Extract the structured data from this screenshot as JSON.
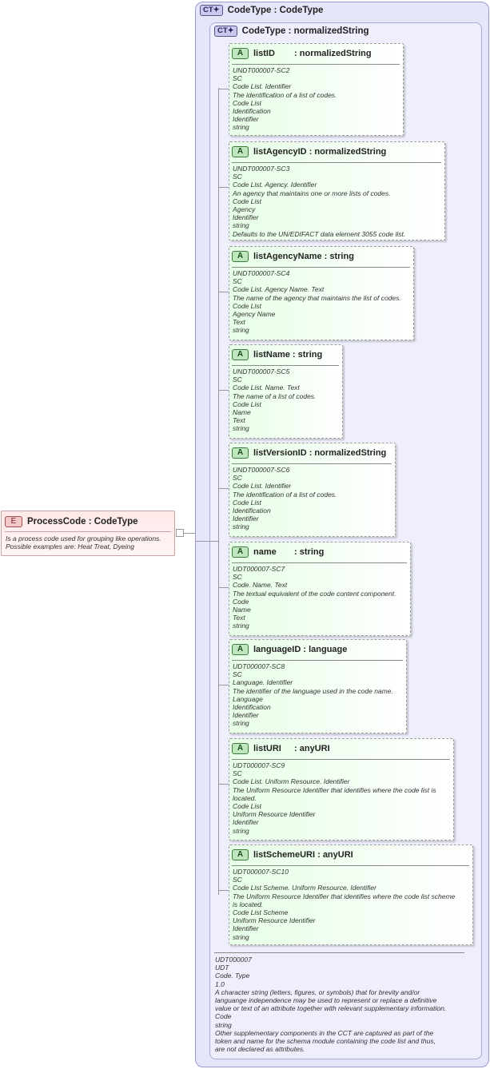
{
  "element": {
    "badge": "E",
    "name": "ProcessCode",
    "type": "CodeType",
    "doc": [
      "Is a process code used for grouping like operations.",
      "Possible examples are:  Heat Treat, Dyeing"
    ]
  },
  "outer_type": {
    "badge": "CT",
    "name": "CodeType",
    "type": "CodeType"
  },
  "inner_type": {
    "badge": "CT",
    "name": "CodeType",
    "type": "normalizedString"
  },
  "attributes": [
    {
      "badge": "A",
      "name": "listID",
      "type": "normalizedString",
      "lines": [
        "UNDT000007-SC2",
        "SC",
        "Code List. Identifier",
        "The identification of a list of codes.",
        "Code List",
        "Identification",
        "Identifier",
        "string"
      ]
    },
    {
      "badge": "A",
      "name": "listAgencyID",
      "type": "normalizedString",
      "lines": [
        "UNDT000007-SC3",
        "SC",
        "Code List. Agency. Identifier",
        "An agency that maintains one or more lists of codes.",
        "Code List",
        "Agency",
        "Identifier",
        "string",
        "Defaults to the UN/EDIFACT data element 3055 code list."
      ]
    },
    {
      "badge": "A",
      "name": "listAgencyName",
      "type": "string",
      "lines": [
        "UNDT000007-SC4",
        "SC",
        "Code List. Agency Name. Text",
        "The name of the agency that maintains the list of codes.",
        "Code List",
        "Agency Name",
        "Text",
        "string"
      ]
    },
    {
      "badge": "A",
      "name": "listName",
      "type": "string",
      "lines": [
        "UNDT000007-SC5",
        "SC",
        "Code List. Name. Text",
        "The name of a list of codes.",
        "Code List",
        "Name",
        "Text",
        "string"
      ]
    },
    {
      "badge": "A",
      "name": "listVersionID",
      "type": "normalizedString",
      "lines": [
        "UNDT000007-SC6",
        "SC",
        "Code List. Identifier",
        "The identification of a list of codes.",
        "Code List",
        "Identification",
        "Identifier",
        "string"
      ]
    },
    {
      "badge": "A",
      "name": "name",
      "type": "string",
      "lines": [
        "UDT000007-SC7",
        "SC",
        "Code. Name. Text",
        "The textual equivalent of the code content component.",
        "Code",
        "Name",
        "Text",
        "string"
      ]
    },
    {
      "badge": "A",
      "name": "languageID",
      "type": "language",
      "lines": [
        "UDT000007-SC8",
        "SC",
        "Language. Identifier",
        "The identifier of the language used in the code name.",
        "Language",
        "Identification",
        "Identifier",
        "string"
      ]
    },
    {
      "badge": "A",
      "name": "listURI",
      "type": "anyURI",
      "lines": [
        "UDT000007-SC9",
        "SC",
        "Code List. Uniform Resource. Identifier",
        "The Uniform Resource Identifier that identifies where the code list is",
        "located.",
        "Code List",
        "Uniform Resource Identifier",
        "Identifier",
        "string"
      ]
    },
    {
      "badge": "A",
      "name": "listSchemeURI",
      "type": "anyURI",
      "lines": [
        "UDT000007-SC10",
        "SC",
        "Code List Scheme. Uniform Resource. Identifier",
        "The Uniform Resource Identifier that identifies where the code list scheme",
        "is located.",
        "Code List Scheme",
        "Uniform Resource Identifier",
        "Identifier",
        "string"
      ]
    }
  ],
  "footer": [
    "UDT000007",
    "UDT",
    "Code. Type",
    "1.0",
    "A character string (letters, figures, or symbols) that for brevity and/or",
    "languange independence may be used to represent or replace a definitive",
    "value or text of an attribute together with relevant supplementary information.",
    "Code",
    "string",
    "Other supplementary components in the CCT are captured as part of the",
    "token and name for the schema module containing the code list and thus,",
    "are not declared as attributes."
  ]
}
